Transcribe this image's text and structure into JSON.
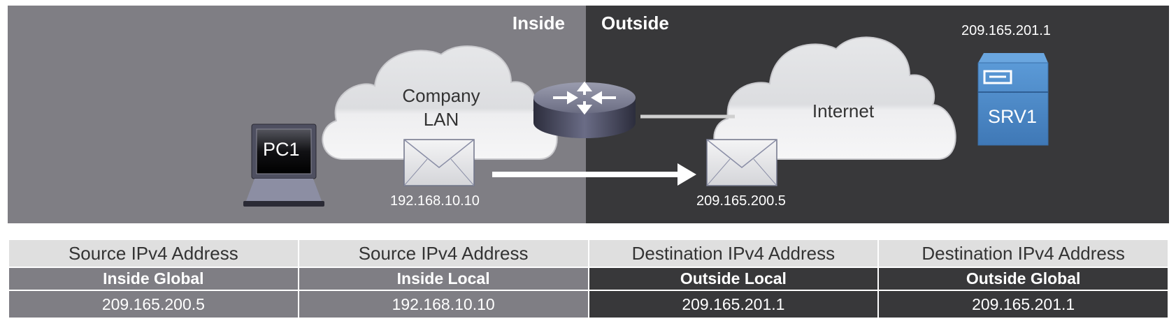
{
  "zones": {
    "inside_label": "Inside",
    "outside_label": "Outside"
  },
  "devices": {
    "pc": {
      "label": "PC1",
      "icon": "laptop-icon"
    },
    "router": {
      "icon": "router-icon"
    },
    "server": {
      "label": "SRV1",
      "ip": "209.165.201.1",
      "icon": "server-icon"
    }
  },
  "clouds": {
    "lan": {
      "line1": "Company",
      "line2": "LAN"
    },
    "internet": {
      "label": "Internet"
    }
  },
  "packets": {
    "before_nat": {
      "ip": "192.168.10.10",
      "icon": "envelope-icon"
    },
    "after_nat": {
      "ip": "209.165.200.5",
      "icon": "envelope-icon"
    }
  },
  "colors": {
    "inside": "#7f7e84",
    "outside": "#38383a",
    "server_blue": "#4a86c5",
    "header_gray": "#dfdfdf"
  },
  "table": {
    "columns": [
      {
        "header": "Source IPv4 Address",
        "type": "Inside Global",
        "value": "209.165.200.5",
        "zone": "inside"
      },
      {
        "header": "Source IPv4 Address",
        "type": "Inside Local",
        "value": "192.168.10.10",
        "zone": "inside"
      },
      {
        "header": "Destination IPv4 Address",
        "type": "Outside Local",
        "value": "209.165.201.1",
        "zone": "outside"
      },
      {
        "header": "Destination IPv4 Address",
        "type": "Outside Global",
        "value": "209.165.201.1",
        "zone": "outside"
      }
    ]
  }
}
